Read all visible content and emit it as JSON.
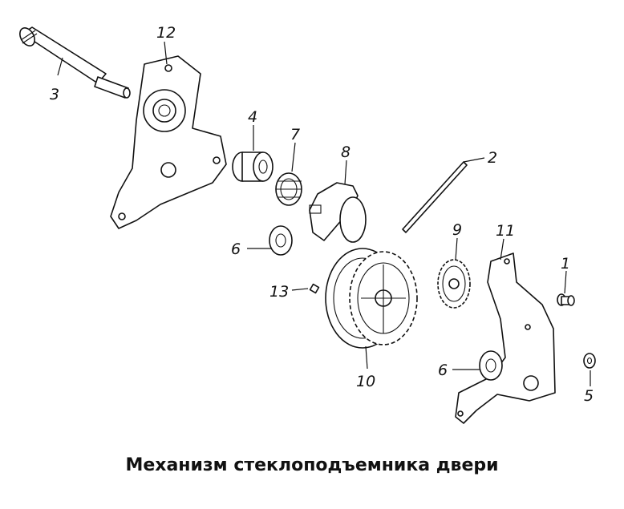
{
  "caption": "Механизм стеклоподъемника двери",
  "labels": {
    "l1": "1",
    "l2": "2",
    "l3": "3",
    "l4": "4",
    "l5": "5",
    "l6a": "6",
    "l6b": "6",
    "l7": "7",
    "l8": "8",
    "l9": "9",
    "l10": "10",
    "l11": "11",
    "l12": "12",
    "l13": "13"
  }
}
